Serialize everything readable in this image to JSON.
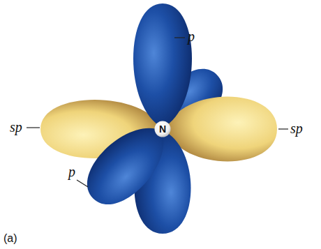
{
  "diagram": {
    "nodes": [
      {
        "text": [
          "N"
        ]
      }
    ],
    "labels": [
      "p",
      "sp",
      "sp",
      "p",
      "(a)"
    ]
  }
}
